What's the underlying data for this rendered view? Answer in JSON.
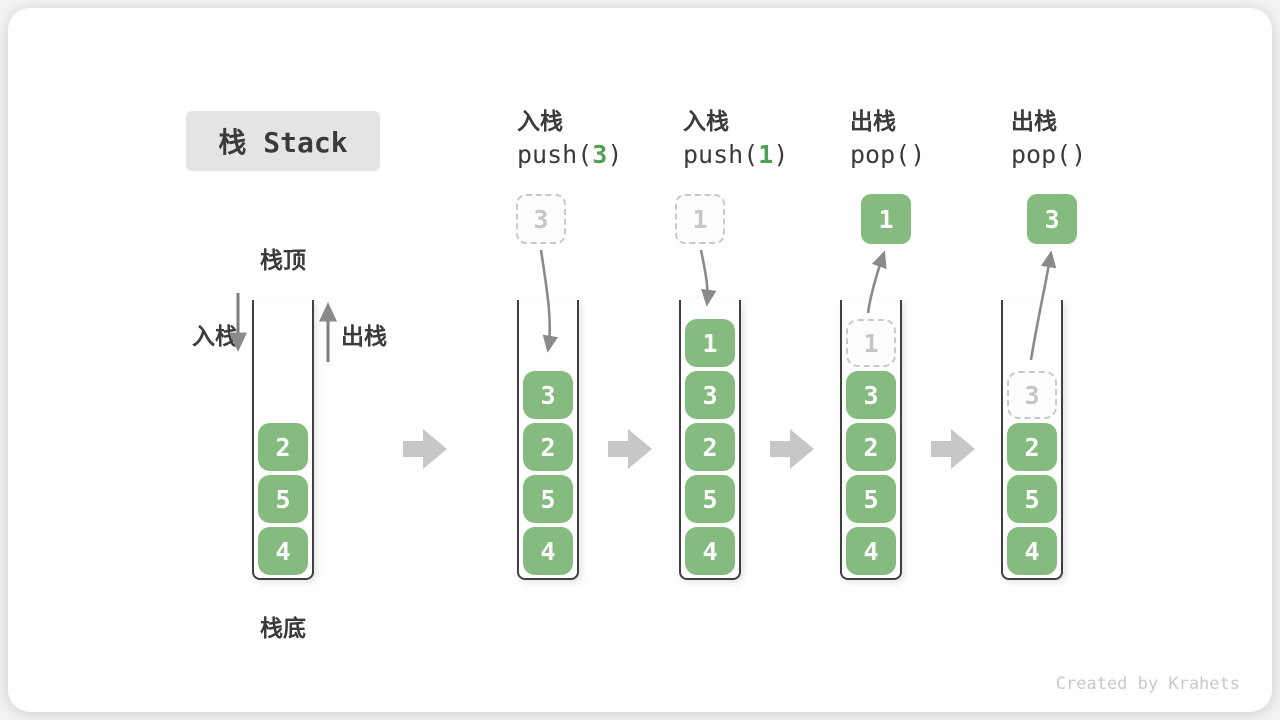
{
  "title": "栈 Stack",
  "side": {
    "stack_top": "栈顶",
    "stack_bottom": "栈底",
    "push_label": "入栈",
    "pop_label": "出栈"
  },
  "stages": [
    {
      "name": "initial",
      "items_bottom_to_top": [
        "4",
        "5",
        "2"
      ]
    },
    {
      "name": "push-3",
      "op": "入栈",
      "code_pre": "push(",
      "code_arg": "3",
      "code_post": ")",
      "incoming": "3",
      "items_bottom_to_top": [
        "4",
        "5",
        "2",
        "3"
      ]
    },
    {
      "name": "push-1",
      "op": "入栈",
      "code_pre": "push(",
      "code_arg": "1",
      "code_post": ")",
      "incoming": "1",
      "items_bottom_to_top": [
        "4",
        "5",
        "2",
        "3",
        "1"
      ]
    },
    {
      "name": "pop-1",
      "op": "出栈",
      "code_pre": "pop(",
      "code_arg": "",
      "code_post": ")",
      "popped": "1",
      "ghost": "1",
      "items_bottom_to_top": [
        "4",
        "5",
        "2",
        "3"
      ]
    },
    {
      "name": "pop-3",
      "op": "出栈",
      "code_pre": "pop(",
      "code_arg": "",
      "code_post": ")",
      "popped": "3",
      "ghost": "3",
      "items_bottom_to_top": [
        "4",
        "5",
        "2"
      ]
    }
  ],
  "footer": "Created by Krahets",
  "colors": {
    "box_green": "#86bb80",
    "code_arg_green": "#4ea152",
    "arrow_gray": "#8a8a8a",
    "chevron_gray": "#c7c7c7",
    "ghost_border": "#c9c9c9",
    "ghost_text": "#c6c6c6",
    "title_bg": "#e4e4e4",
    "text_dark": "#3b3b3b",
    "container_border": "#404040",
    "footer_gray": "#c9c9c9"
  }
}
